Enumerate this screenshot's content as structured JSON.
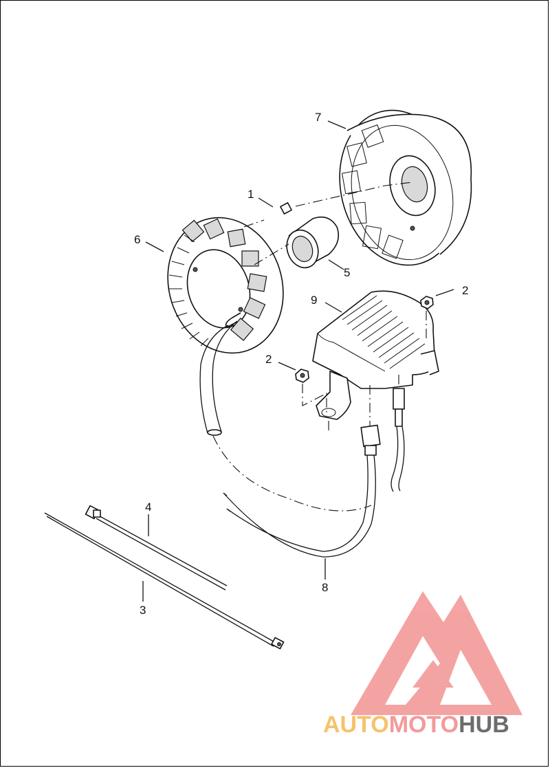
{
  "callouts": [
    {
      "id": "1",
      "text": "1"
    },
    {
      "id": "2a",
      "text": "2"
    },
    {
      "id": "2b",
      "text": "2"
    },
    {
      "id": "3",
      "text": "3"
    },
    {
      "id": "4",
      "text": "4"
    },
    {
      "id": "5",
      "text": "5"
    },
    {
      "id": "6",
      "text": "6"
    },
    {
      "id": "7",
      "text": "7"
    },
    {
      "id": "8",
      "text": "8"
    },
    {
      "id": "9",
      "text": "9"
    }
  ],
  "watermark": {
    "part1": "AUTO",
    "part2": "MOTO",
    "part3": "HUB",
    "color_primary": "#f39a9a",
    "color_accent": "#f6c26b",
    "color_dark": "#6d6d6d"
  }
}
